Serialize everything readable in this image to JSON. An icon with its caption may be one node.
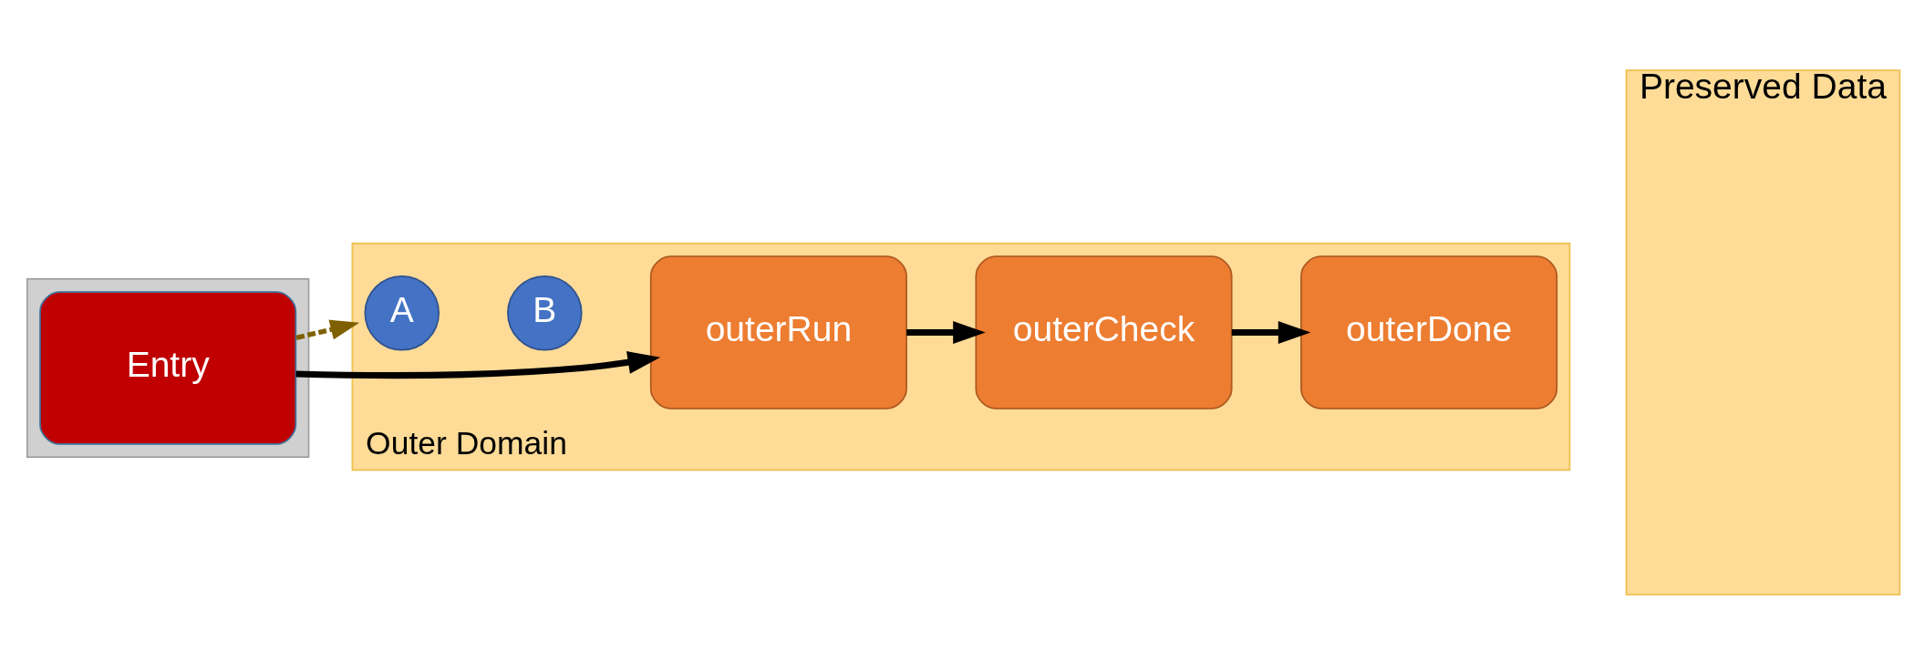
{
  "diagram": {
    "nodes": [
      {
        "text": [],
        "shape": "box"
      },
      {
        "text": [
          "Entry"
        ],
        "in": 0
      },
      {
        "text": [
          "Outer Domain"
        ]
      },
      {
        "text": [
          "A"
        ],
        "in": 2
      },
      {
        "text": [
          "B"
        ],
        "in": 2
      },
      {
        "text": [
          "outerRun"
        ],
        "in": 2
      },
      {
        "text": [
          "outerCheck"
        ],
        "in": 2
      },
      {
        "text": [
          "outerDone"
        ],
        "in": 2
      },
      {
        "text": [
          "Preserved Data"
        ]
      }
    ],
    "edges": [
      {
        "from": 1,
        "to": 5,
        "arrow": "to"
      },
      {
        "from": 5,
        "to": 6,
        "arrow": "to"
      },
      {
        "from": 6,
        "to": 7,
        "arrow": "to"
      },
      {
        "from": 1,
        "to": 2,
        "arrow": "to",
        "style": "dashed",
        "color": "#7f6000"
      }
    ]
  }
}
